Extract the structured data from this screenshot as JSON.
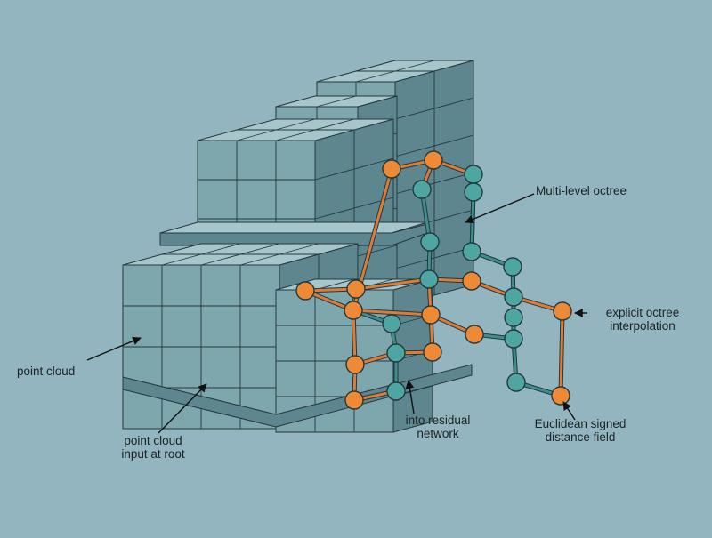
{
  "labels": {
    "multi_level_octree": "Multi-level octree",
    "explicit_octree_interpolation": [
      "explicit octree",
      "interpolation"
    ],
    "point_cloud": "point cloud",
    "point_cloud_input": [
      "point cloud",
      "input at root"
    ],
    "residual_network": [
      "into residual",
      "network"
    ],
    "signed_distance_field": [
      "Euclidean signed",
      "distance field"
    ]
  },
  "colors": {
    "background": "#93b5c0",
    "cube_front": "#7ea6ad",
    "cube_top": "#a7c6cc",
    "cube_side": "#5d868f",
    "edge": "#24383d",
    "node_orange": "#ee8a36",
    "node_teal": "#4ea6a2",
    "link_orange": "#dc7c36",
    "link_teal": "#3e8f8c"
  }
}
